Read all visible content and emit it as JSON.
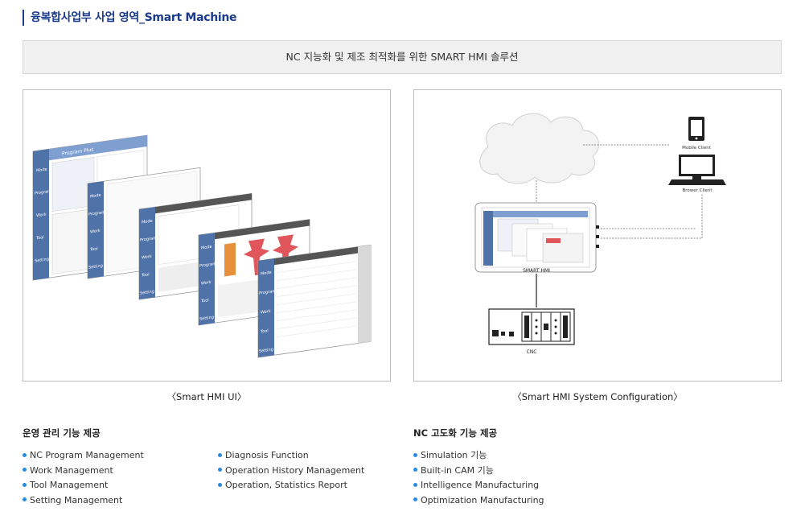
{
  "page": {
    "title": "융복합사업부 사업 영역_Smart Machine",
    "banner": "NC 지능화 및 제조 최적화를 위한 SMART HMI 솔루션"
  },
  "diagram_left": {
    "caption": "〈Smart HMI UI〉",
    "screen1": {
      "menu": [
        "Mode",
        "Program",
        "Work",
        "Tool",
        "Setting"
      ],
      "header": "Program Plus"
    },
    "screen2": {
      "menu": [
        "Mode",
        "Program",
        "Work",
        "Tool",
        "Setting"
      ]
    },
    "screen3": {
      "menu": [
        "Mode",
        "Program List",
        "Work",
        "Tool",
        "Setting"
      ]
    },
    "screen4": {
      "menu": [
        "Mode",
        "Program List",
        "Work",
        "Tool",
        "Setting"
      ]
    },
    "screen5": {
      "menu": [
        "Mode",
        "Program List",
        "Work",
        "Tool",
        "Setting"
      ]
    }
  },
  "diagram_right": {
    "caption": "〈Smart HMI System Configuration〉",
    "mobile_label": "Mobile Client",
    "browser_label": "Brower Client",
    "hmi_label": "SMART HMI",
    "cnc_label": "CNC"
  },
  "features": {
    "ops": {
      "heading": "운영 관리 기능 제공",
      "col1": [
        "NC Program Management",
        "Work Management",
        "Tool Management",
        "Setting Management"
      ],
      "col2": [
        "Diagnosis Function",
        "Operation History Management",
        "Operation, Statistics Report"
      ]
    },
    "nc": {
      "heading": "NC 고도화 기능 제공",
      "items": [
        "Simulation 기능",
        "Built-in CAM 기능",
        "Intelligence Manufacturing",
        "Optimization Manufacturing"
      ]
    }
  },
  "colors": {
    "title": "#1a3a8c",
    "bullet": "#2a8be0",
    "menu": "#4f72a8"
  }
}
